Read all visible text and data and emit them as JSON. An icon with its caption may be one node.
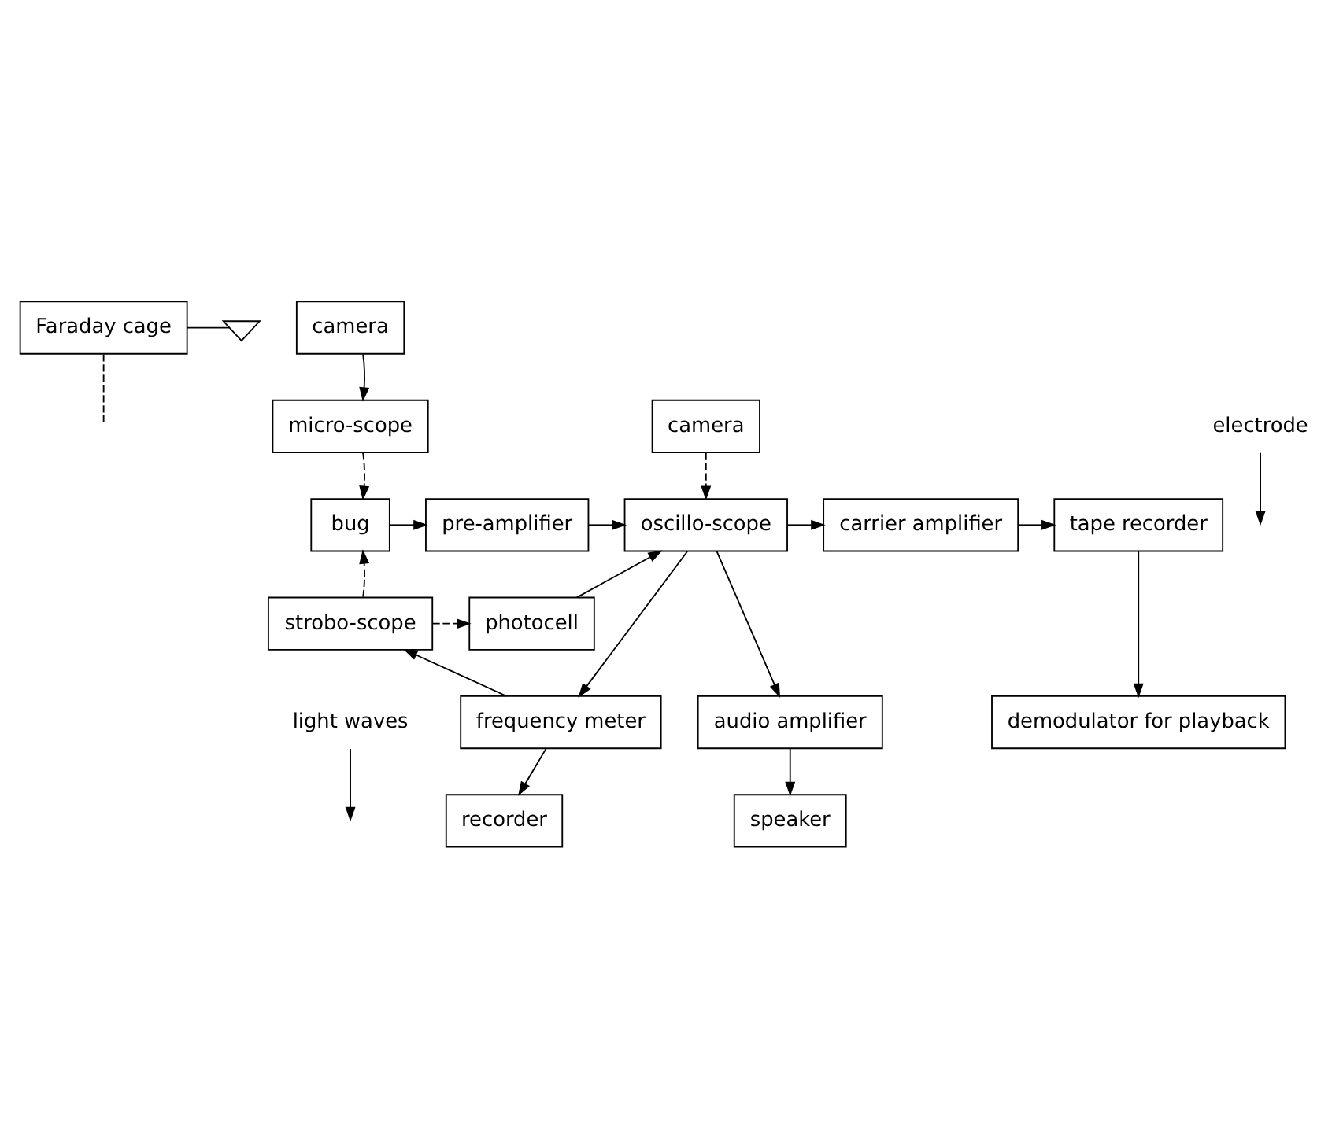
{
  "diagram": {
    "nodes": [
      {
        "text": [
          "Faraday cage"
        ]
      },
      {
        "text": [],
        "shape": "ground"
      },
      {
        "text": [
          "camera"
        ]
      },
      {
        "text": [
          "micro-scope"
        ]
      },
      {
        "text": [
          "camera"
        ]
      },
      {
        "text": [
          "bug"
        ]
      },
      {
        "text": [
          "pre-amplifier"
        ]
      },
      {
        "text": [
          "oscillo-scope"
        ]
      },
      {
        "text": [
          "carrier amplifier"
        ]
      },
      {
        "text": [
          "tape recorder"
        ]
      },
      {
        "text": [
          "strobo-scope"
        ]
      },
      {
        "text": [
          "photocell"
        ]
      },
      {
        "text": [
          "demodulator for playback"
        ]
      },
      {
        "text": [
          "frequency meter"
        ]
      },
      {
        "text": [
          "audio amplifier"
        ]
      },
      {
        "text": [
          "recorder"
        ]
      },
      {
        "text": [
          "speaker"
        ]
      },
      {
        "text": [
          "electrode"
        ]
      },
      {
        "text": [
          "light waves"
        ]
      }
    ],
    "edges": [
      {
        "from": 0,
        "to": 1,
        "arrow": "none"
      },
      {
        "from": 0,
        "to": null,
        "arrow": "none",
        "style": "dashed"
      },
      {
        "from": 2,
        "to": 3,
        "arrow": "to"
      },
      {
        "from": 3,
        "to": 5,
        "arrow": "to",
        "style": "dashed"
      },
      {
        "from": 4,
        "to": 7,
        "arrow": "to",
        "style": "dashed"
      },
      {
        "from": 5,
        "to": 6,
        "arrow": "to"
      },
      {
        "from": 6,
        "to": 7,
        "arrow": "to"
      },
      {
        "from": 7,
        "to": 8,
        "arrow": "to"
      },
      {
        "from": 8,
        "to": 9,
        "arrow": "to"
      },
      {
        "from": 9,
        "to": 12,
        "arrow": "to"
      },
      {
        "from": 10,
        "to": 5,
        "arrow": "to",
        "style": "dashed"
      },
      {
        "from": 10,
        "to": 11,
        "arrow": "to",
        "style": "dashed"
      },
      {
        "from": 11,
        "to": 7,
        "arrow": "to"
      },
      {
        "from": 7,
        "to": 13,
        "arrow": "to"
      },
      {
        "from": 7,
        "to": 14,
        "arrow": "to"
      },
      {
        "from": 13,
        "to": 10,
        "arrow": "to"
      },
      {
        "from": 13,
        "to": 15,
        "arrow": "to"
      },
      {
        "from": 14,
        "to": 16,
        "arrow": "to"
      },
      {
        "from": 17,
        "to": null,
        "arrow": "to"
      },
      {
        "from": 18,
        "to": null,
        "arrow": "to"
      }
    ]
  }
}
